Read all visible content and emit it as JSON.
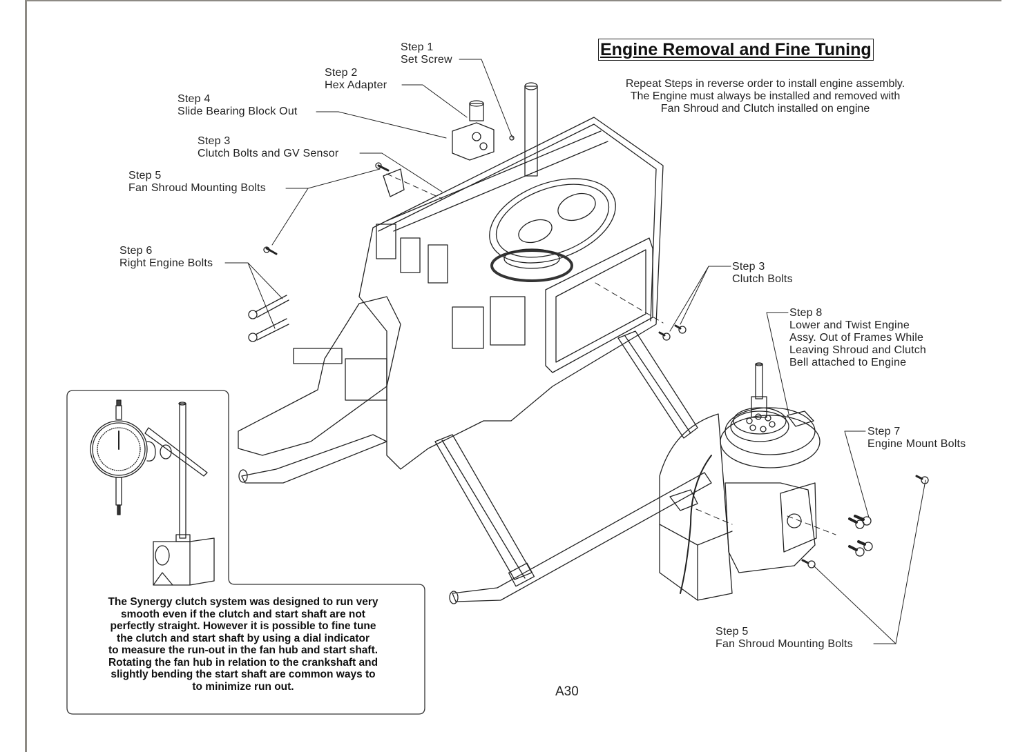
{
  "document": {
    "title": "Engine Removal and Fine Tuning",
    "intro_lines": [
      "Repeat Steps in reverse order to install engine assembly.",
      "The Engine must always be installed and removed with",
      "Fan Shroud and Clutch installed on engine"
    ],
    "page_number": "A30"
  },
  "callouts": [
    {
      "id": "step1",
      "step": "Step 1",
      "lines": [
        "Set Screw"
      ]
    },
    {
      "id": "step2",
      "step": "Step 2",
      "lines": [
        "Hex Adapter"
      ]
    },
    {
      "id": "step4",
      "step": "Step 4",
      "lines": [
        "Slide Bearing Block Out"
      ]
    },
    {
      "id": "step3a",
      "step": "Step 3",
      "lines": [
        "Clutch Bolts and GV Sensor"
      ]
    },
    {
      "id": "step5a",
      "step": "Step 5",
      "lines": [
        "Fan Shroud Mounting Bolts"
      ]
    },
    {
      "id": "step6",
      "step": "Step 6",
      "lines": [
        "Right Engine Bolts"
      ]
    },
    {
      "id": "step3b",
      "step": "Step 3",
      "lines": [
        "Clutch Bolts"
      ]
    },
    {
      "id": "step8",
      "step": "Step 8",
      "lines": [
        "Lower and Twist Engine",
        "Assy. Out of Frames While",
        "Leaving Shroud and Clutch",
        "Bell attached to Engine"
      ]
    },
    {
      "id": "step7",
      "step": "Step 7",
      "lines": [
        "Engine Mount Bolts"
      ]
    },
    {
      "id": "step5b",
      "step": "Step 5",
      "lines": [
        "Fan Shroud Mounting Bolts"
      ]
    }
  ],
  "note": {
    "lines": [
      "The Synergy clutch system was designed to run very",
      "smooth even if the clutch and start shaft are not",
      "perfectly straight. However it is possible to fine tune",
      "the clutch and start shaft by using a dial indicator",
      "to measure the run-out in the fan hub and start shaft.",
      "Rotating the fan hub in relation to the crankshaft and",
      "slightly bending the start shaft are common ways to",
      "to minimize run out."
    ]
  },
  "illustrations": {
    "main": "helicopter-frame-assembly",
    "engine": "engine-with-fan-shroud-and-clutch",
    "tool": "dial-indicator-on-magnetic-base"
  }
}
